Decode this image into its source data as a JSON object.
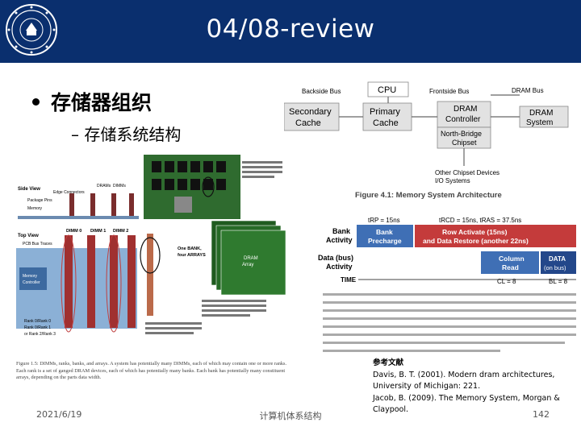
{
  "header": {
    "title": "04/08-review"
  },
  "content": {
    "bullet": "存储器组织",
    "subbullet": "– 存储系统结构"
  },
  "figure_right": {
    "cpu": "CPU",
    "backside_bus": "Backside Bus",
    "frontside_bus": "Frontside Bus",
    "dram_bus": "DRAM Bus",
    "secondary_cache": [
      "Secondary",
      "Cache"
    ],
    "primary_cache": [
      "Primary",
      "Cache"
    ],
    "dram_controller": [
      "DRAM",
      "Controller"
    ],
    "dram_system": [
      "DRAM",
      "System"
    ],
    "north_bridge": [
      "North-Bridge",
      "Chipset"
    ],
    "other_chipset": [
      "Other Chipset Devices",
      "I/O Systems"
    ],
    "caption": "Figure 4.1: Memory System Architecture",
    "timing": {
      "trp": "tRP = 15ns",
      "trcd": "tRCD = 15ns, tRAS = 37.5ns",
      "bank_activity": [
        "Bank",
        "Activity"
      ],
      "bank_precharge": [
        "Bank",
        "Precharge"
      ],
      "row_activate": [
        "Row Activate (15ns)",
        "and Data Restore (another 22ns)"
      ],
      "data_bus_activity": [
        "Data (bus)",
        "Activity"
      ],
      "column_read": [
        "Column",
        "Read"
      ],
      "data_on_bus": [
        "DATA",
        "(on bus)"
      ],
      "time": "TIME",
      "cl": "CL = 8",
      "bl": "BL = 8"
    }
  },
  "figure_left": {
    "side_view": "Side View",
    "top_view": "Top View",
    "edge_connectors": "Edge Connectors",
    "drams": "DRAMs",
    "dimms": "DIMMs",
    "package_pins": "Package Pins",
    "memory_controller": [
      "Memory",
      "Controller"
    ],
    "pcb_bus_traces": "PCB Bus Traces",
    "dimm0": "DIMM 0",
    "dimm1": "DIMM 1",
    "dimm2": "DIMM 2",
    "rank_notes": [
      "Rank 0/Rank 0",
      "Rank 0/Rank 1",
      "or Rank 2/Rank 3"
    ],
    "one_bank": [
      "One BANK,",
      "four ARRAYS"
    ],
    "dram_array": [
      "DRAM",
      "Array"
    ],
    "caption": "Figure 1.5: DIMMs, ranks, banks, and arrays. A system has potentially many DIMMs, each of which may contain one or more ranks. Each rank is a set of ganged DRAM devices, each of which has potentially many banks. Each bank has potentially many constituent arrays, depending on the parts data width."
  },
  "references": {
    "title": "参考文献",
    "lines": [
      "Davis, B. T. (2001). Modern dram architectures,",
      "University of Michigan: 221.",
      "Jacob, B. (2009). The Memory System, Morgan &",
      "Claypool."
    ]
  },
  "footer": {
    "date": "2021/6/19",
    "center": "计算机体系结构",
    "page": "142"
  },
  "colors": {
    "header_bg": "#0a2f6e",
    "bank_red": "#c43b3b",
    "column_blue": "#3f6fb5",
    "data_blue": "#23478a",
    "pcb_green": "#2f6b2f"
  }
}
